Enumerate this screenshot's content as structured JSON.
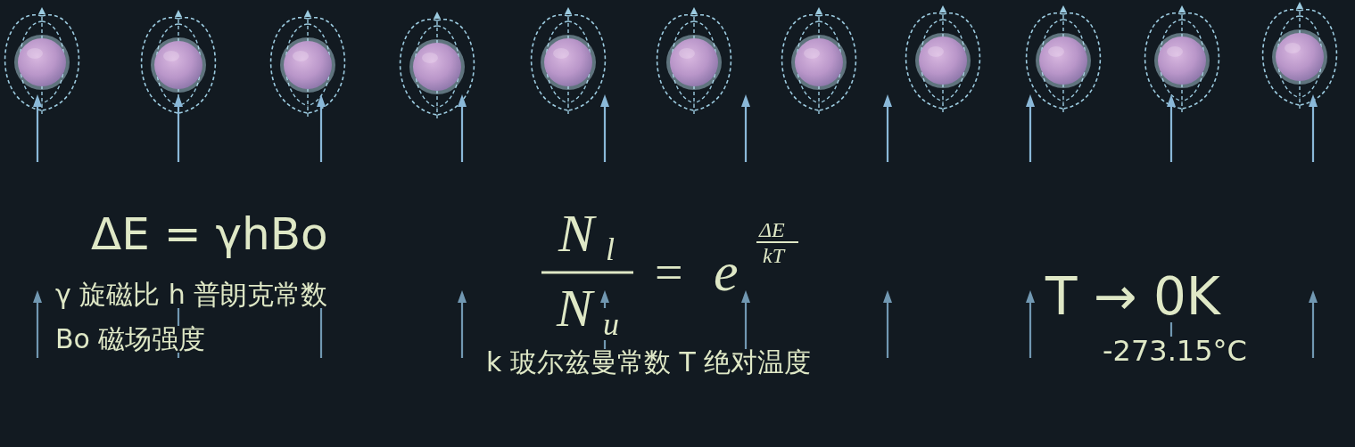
{
  "diagram": {
    "labels": [
      "ΔE = γhBo",
      "γ 旋磁比 h 普朗克常数",
      "Bo 磁场强度",
      "N",
      "l",
      "N",
      "u",
      "=",
      "e",
      "ΔE",
      "kT",
      "k 玻尔兹曼常数 T 绝对温度",
      "T → 0K",
      "-273.15°C"
    ]
  }
}
